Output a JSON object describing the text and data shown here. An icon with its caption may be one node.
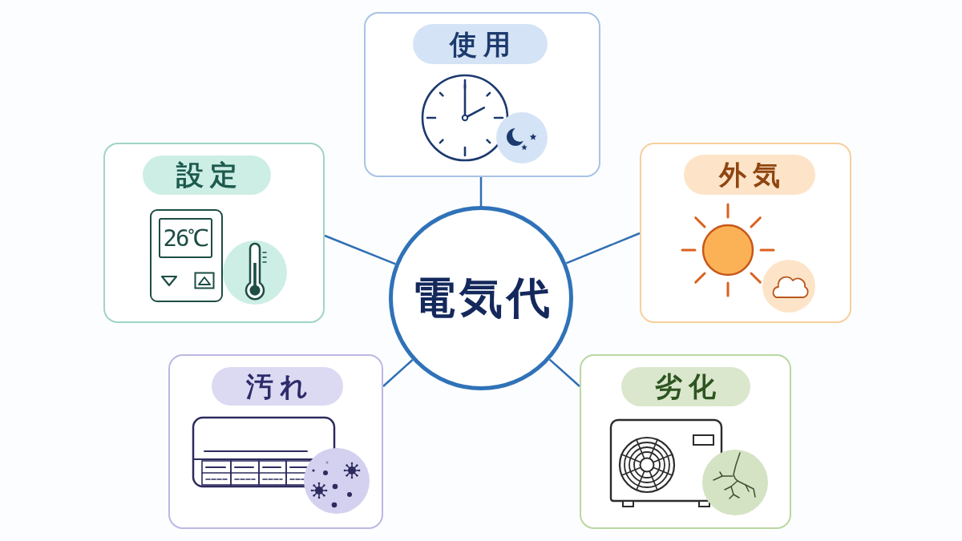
{
  "diagram": {
    "nodes": [
      {
        "text": [
          "使用"
        ]
      },
      {
        "text": [
          "設定"
        ]
      },
      {
        "text": [
          "外気"
        ]
      },
      {
        "text": [
          "電気代"
        ]
      },
      {
        "text": [
          "汚れ"
        ]
      },
      {
        "text": [
          "劣化"
        ]
      }
    ],
    "edges": [
      {
        "from": 3,
        "to": 0,
        "arrow": "none"
      },
      {
        "from": 3,
        "to": 1,
        "arrow": "none"
      },
      {
        "from": 3,
        "to": 2,
        "arrow": "none"
      },
      {
        "from": 3,
        "to": 4,
        "arrow": "none"
      },
      {
        "from": 3,
        "to": 5,
        "arrow": "none"
      }
    ],
    "labels": [
      "26℃"
    ]
  }
}
